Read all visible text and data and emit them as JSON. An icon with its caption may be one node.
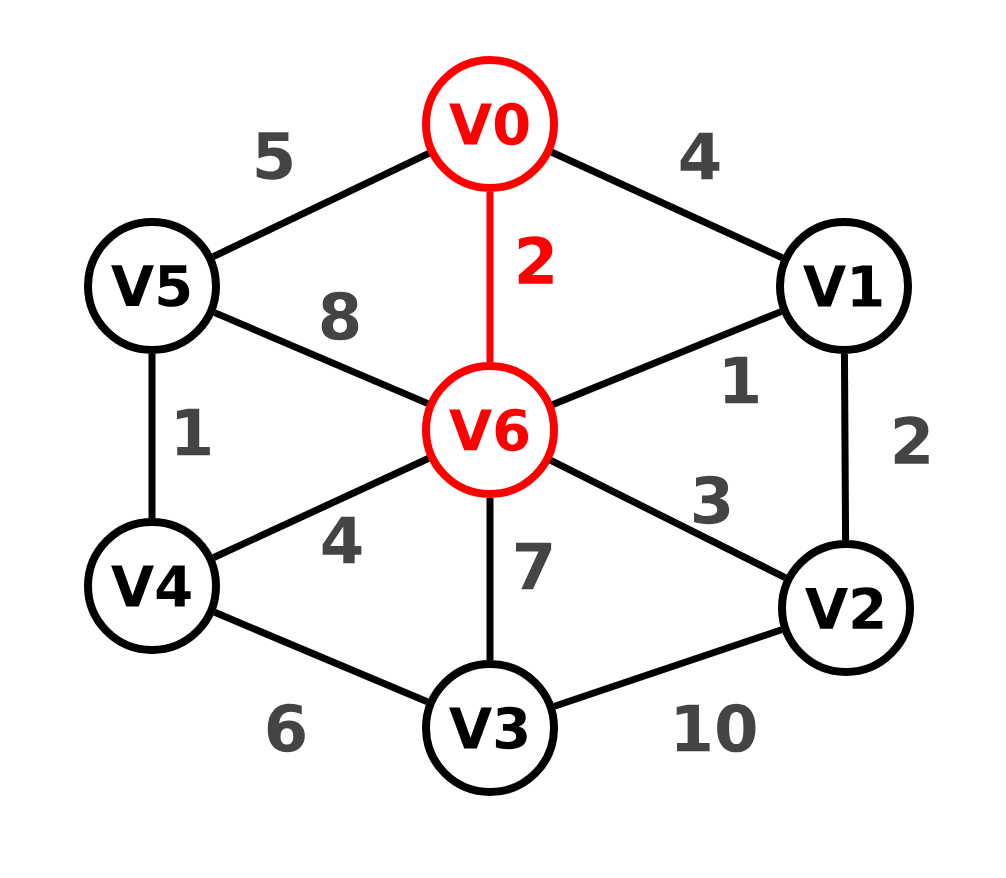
{
  "diagram": {
    "nodes": [
      {
        "text": [
          "V0"
        ]
      },
      {
        "text": [
          "V5"
        ]
      },
      {
        "text": [
          "V1"
        ]
      },
      {
        "text": [
          "V6"
        ]
      },
      {
        "text": [
          "V4"
        ]
      },
      {
        "text": [
          "V2"
        ]
      },
      {
        "text": [
          "V3"
        ]
      }
    ],
    "edges": [
      {
        "from": 0,
        "to": 1,
        "arrow": "none",
        "label": "5"
      },
      {
        "from": 0,
        "to": 2,
        "arrow": "none",
        "label": "4"
      },
      {
        "from": 0,
        "to": 3,
        "arrow": "none",
        "label": "2",
        "color": "#ff0000"
      },
      {
        "from": 1,
        "to": 3,
        "arrow": "none",
        "label": "8"
      },
      {
        "from": 3,
        "to": 2,
        "arrow": "none",
        "label": "1"
      },
      {
        "from": 1,
        "to": 4,
        "arrow": "none",
        "label": "1"
      },
      {
        "from": 2,
        "to": 5,
        "arrow": "none",
        "label": "2"
      },
      {
        "from": 3,
        "to": 5,
        "arrow": "none",
        "label": "3"
      },
      {
        "from": 3,
        "to": 4,
        "arrow": "none",
        "label": "4"
      },
      {
        "from": 3,
        "to": 6,
        "arrow": "none",
        "label": "7"
      },
      {
        "from": 4,
        "to": 6,
        "arrow": "none",
        "label": "6"
      },
      {
        "from": 6,
        "to": 5,
        "arrow": "none",
        "label": "10"
      }
    ]
  }
}
